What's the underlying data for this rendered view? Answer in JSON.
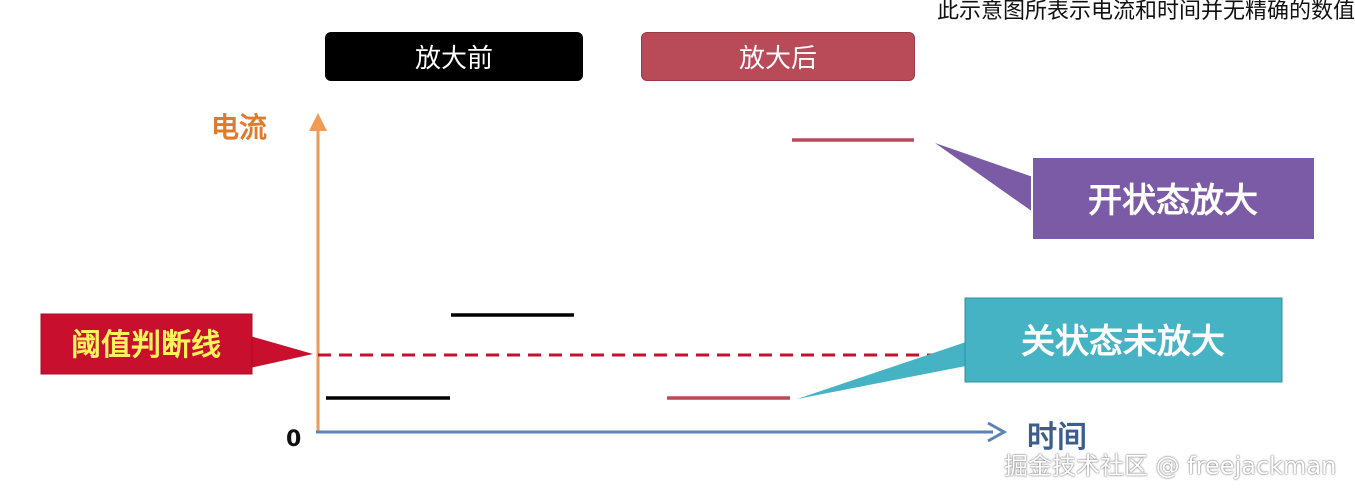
{
  "note": "此示意图所表示电流和时间并无精确的数值",
  "legend": {
    "before": "放大前",
    "after": "放大后"
  },
  "axes": {
    "y_label": "电流",
    "x_label": "时间",
    "origin": "0"
  },
  "callouts": {
    "threshold": "阈值判断线",
    "on_state": "开状态放大",
    "off_state": "关状态未放大"
  },
  "colors": {
    "before": "#000000",
    "after": "#b94a58",
    "threshold_line": "#c8102e",
    "y_axis": "#ef9a55",
    "x_axis": "#5b83b5",
    "threshold_box": "#c8102e",
    "threshold_text": "#fff35c",
    "on_box": "#7b5aa6",
    "off_box": "#45b3c4"
  },
  "watermark": "掘金技术社区 @ freejackman"
}
